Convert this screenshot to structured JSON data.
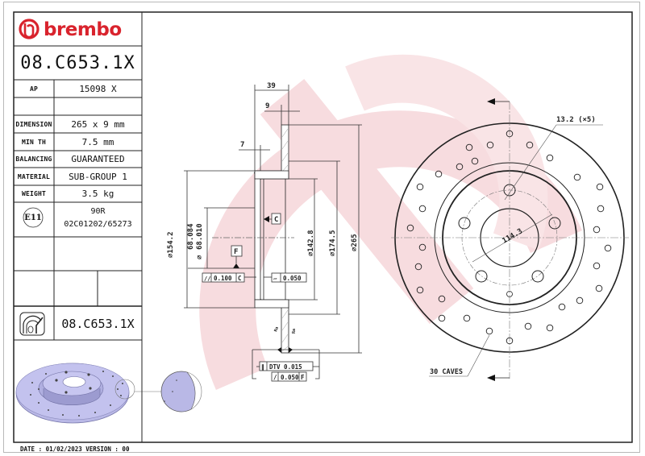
{
  "brand": {
    "name": "brembo",
    "color": "#d9232d",
    "watermark_color": "#f6d9db"
  },
  "part": {
    "code": "08.C653.1X",
    "code_small": "08.C653.1X"
  },
  "spec_table": [
    {
      "label": "AP",
      "value": "15098 X"
    },
    {
      "label": "",
      "value": ""
    },
    {
      "label": "DIMENSION",
      "value": "265 x 9 mm"
    },
    {
      "label": "MIN TH",
      "value": "7.5 mm"
    },
    {
      "label": "BALANCING",
      "value": "GUARANTEED"
    },
    {
      "label": "MATERIAL",
      "value": "SUB-GROUP 1"
    },
    {
      "label": "WEIGHT",
      "value": "3.5 kg"
    }
  ],
  "homologation": {
    "mark": "E11",
    "line1": "90R",
    "line2": "02C01202/65273"
  },
  "footer": {
    "text": "DATE : 01/02/2023 VERSION : 00"
  },
  "section_view": {
    "dim_total_height": "39",
    "dim_disc_thickness": "9",
    "dim_hat_thickness": "7",
    "dia_154": "∅154.2",
    "dia_center_upper": "68.084",
    "dia_center_lower": "68.010",
    "dia_center_symbol": "∅",
    "dia_142": "∅142.8",
    "dia_174": "∅174.5",
    "dia_265": "∅265",
    "datum_c": "C",
    "datum_f": "F",
    "tol_parallel_sym": "//",
    "tol_parallel_val": "0.100",
    "tol_parallel_ref": "C",
    "tol_flat_sym": "▱",
    "tol_flat_val": "0.050",
    "tol_dtv_sym": "∥",
    "tol_dtv_val": "DTV 0.015",
    "tol_runout_sym": "/",
    "tol_runout_val": "0.050",
    "tol_runout_ref": "F",
    "roughness_left": "Ra",
    "roughness_right": "Ra"
  },
  "front_view": {
    "bolt_hole_callout": "13.2 (×5)",
    "pcd": "114.3",
    "caves_callout": "30 CAVES"
  }
}
